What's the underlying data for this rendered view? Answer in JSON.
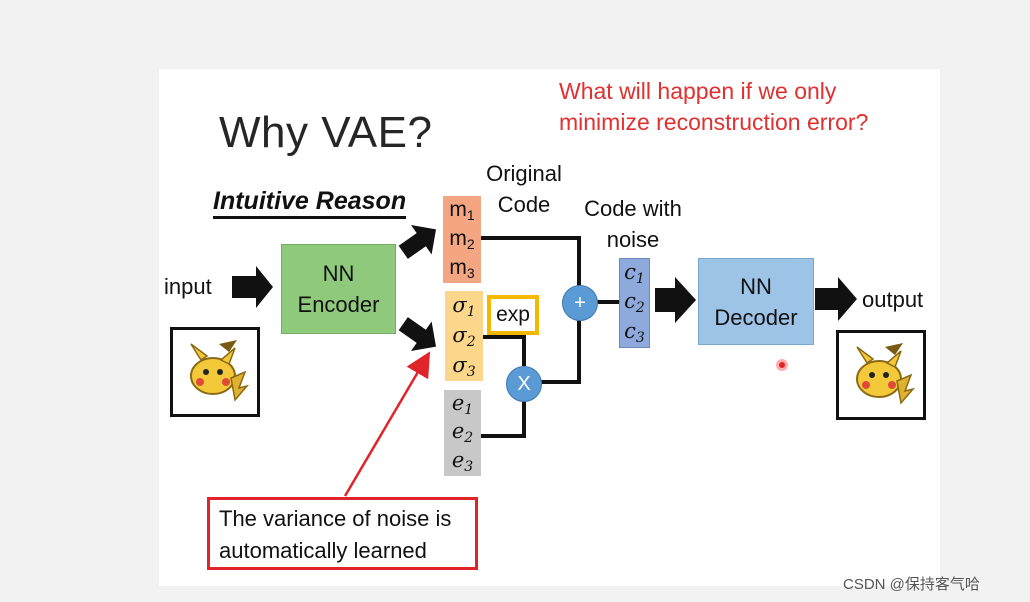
{
  "slide": {
    "title": "Why VAE?",
    "subtitle": "Intuitive Reason",
    "question": [
      "What will happen if we only",
      "minimize reconstruction error?"
    ],
    "input_label": "input",
    "output_label": "output",
    "encoder": [
      "NN",
      "Encoder"
    ],
    "decoder": [
      "NN",
      "Decoder"
    ],
    "original_code_label": [
      "Original",
      "Code"
    ],
    "noise_code_label": [
      "Code with",
      "noise"
    ],
    "m_vector": [
      {
        "base": "m",
        "sub": "1"
      },
      {
        "base": "m",
        "sub": "2"
      },
      {
        "base": "m",
        "sub": "3"
      }
    ],
    "sigma_vector": [
      {
        "base": "σ",
        "sub": "1"
      },
      {
        "base": "σ",
        "sub": "2"
      },
      {
        "base": "σ",
        "sub": "3"
      }
    ],
    "e_vector": [
      {
        "base": "e",
        "sub": "1"
      },
      {
        "base": "e",
        "sub": "2"
      },
      {
        "base": "e",
        "sub": "3"
      }
    ],
    "c_vector": [
      {
        "base": "c",
        "sub": "1"
      },
      {
        "base": "c",
        "sub": "2"
      },
      {
        "base": "c",
        "sub": "3"
      }
    ],
    "exp_label": "exp",
    "plus_symbol": "+",
    "times_symbol": "X",
    "note": [
      "The variance of noise is",
      "automatically learned"
    ],
    "colors": {
      "question": "#e03030",
      "encoder": "#8fc97b",
      "decoder": "#9dc3e6",
      "m_vector": "#f4a582",
      "sigma_vector": "#fcd68a",
      "e_vector": "#c8c8c8",
      "c_vector": "#8ea9db",
      "operator": "#5b9bd5",
      "exp_border": "#f5b800",
      "note_border": "#e0242a"
    },
    "icons": [
      "pikachu-input-image",
      "pikachu-output-image",
      "arrow-icon",
      "laser-pointer-icon"
    ]
  },
  "watermark": "CSDN @保持客气哈"
}
